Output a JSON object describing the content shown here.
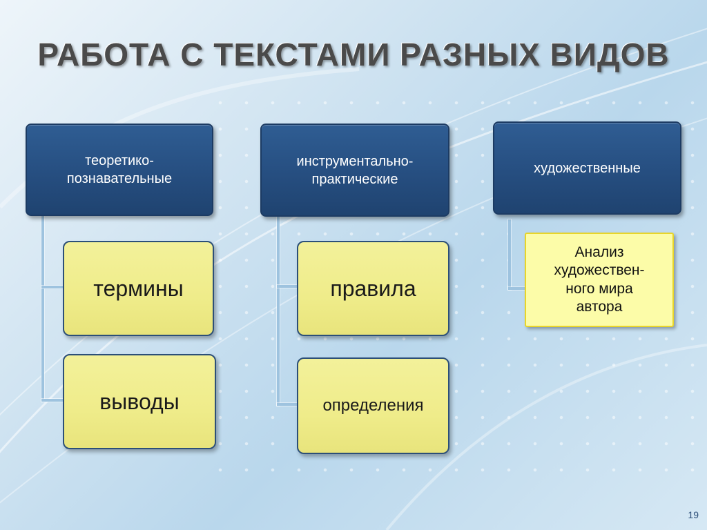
{
  "slide": {
    "title": "РАБОТА С ТЕКСТАМИ РАЗНЫХ ВИДОВ",
    "page_number": "19"
  },
  "columns": [
    {
      "header_lines": [
        "теоретико-",
        "познавательные"
      ],
      "children": [
        "термины",
        "выводы"
      ]
    },
    {
      "header_lines": [
        "инструментально-",
        "практические"
      ],
      "children": [
        "правила",
        "определения"
      ]
    },
    {
      "header_lines": [
        "художественные"
      ],
      "children": []
    }
  ],
  "note": {
    "lines": [
      "Анализ",
      "художествен-",
      "ного мира",
      "автора"
    ]
  },
  "colors": {
    "header_fill": "#264e80",
    "leaf_fill": "#efec8a",
    "note_fill": "#fcfca8",
    "connector": "#9ec3df"
  }
}
